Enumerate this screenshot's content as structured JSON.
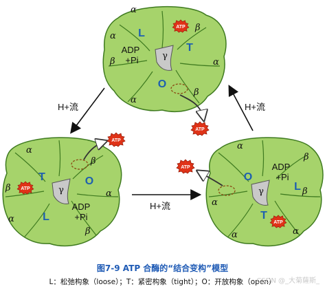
{
  "colors": {
    "enzyme_fill": "#a6d36b",
    "enzyme_stroke": "#3e7a1f",
    "site_letter_blue": "#1d5fb0",
    "atp_red": "#e03318",
    "title_blue": "#1f5bb5",
    "gamma_gray": "#c9c9c9"
  },
  "labels": {
    "alpha": "α",
    "beta": "β",
    "gamma": "γ",
    "loose": "L",
    "tight": "T",
    "open": "O",
    "adp": "ADP",
    "pi": "+Pi",
    "atp": "ATP",
    "proton_flow_1": "H+流",
    "proton_flow_2": "H+流",
    "proton_flow_3": "H+流"
  },
  "caption": {
    "title": "图7-9 ATP 合酶的“结合变构”模型",
    "legend": "L：松弛构象（loose）；T：紧密构象（tight）；O：开放构象（open）"
  },
  "watermark": "CSDN @_大菊薩斯_"
}
